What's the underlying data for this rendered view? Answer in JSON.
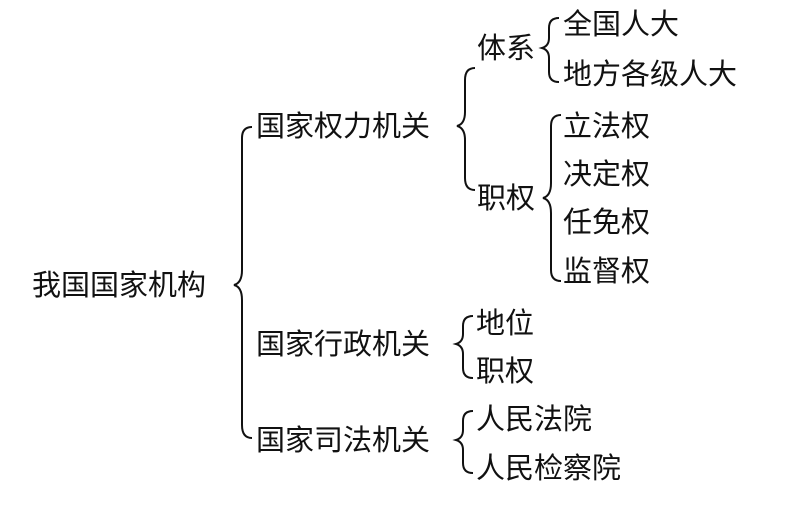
{
  "root": "我国国家机构",
  "branches": [
    {
      "label": "国家权力机关",
      "groups": [
        {
          "label": "体系",
          "items": [
            "全国人大",
            "地方各级人大"
          ]
        },
        {
          "label": "职权",
          "items": [
            "立法权",
            "决定权",
            "任免权",
            "监督权"
          ]
        }
      ]
    },
    {
      "label": "国家行政机关",
      "items": [
        "地位",
        "职权"
      ]
    },
    {
      "label": "国家司法机关",
      "items": [
        "人民法院",
        "人民检察院"
      ]
    }
  ],
  "colors": {
    "text": "#111111",
    "background": "#ffffff"
  }
}
